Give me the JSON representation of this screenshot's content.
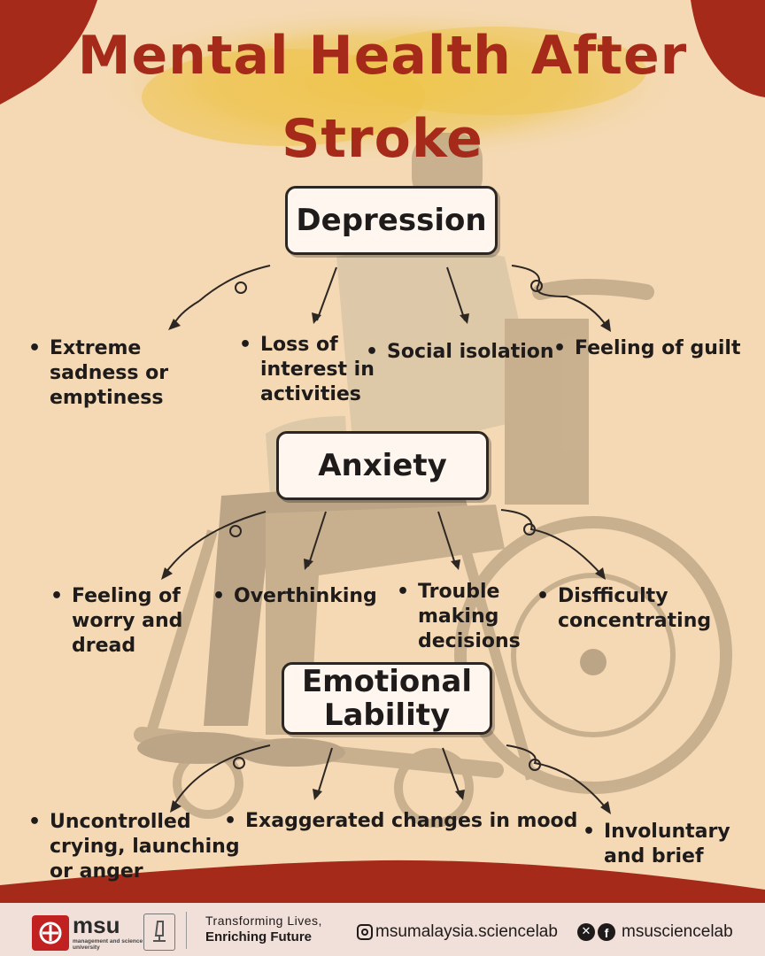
{
  "title": {
    "line1": "Mental Health After",
    "line2": "Stroke"
  },
  "sections": [
    {
      "heading": "Depression",
      "items": [
        "Extreme sadness or emptiness",
        "Loss of interest in activities",
        "Social isolation",
        "Feeling of guilt"
      ]
    },
    {
      "heading": "Anxiety",
      "items": [
        "Feeling of worry and dread",
        "Overthinking",
        "Trouble making decisions",
        "Disfficulty concentrating"
      ]
    },
    {
      "heading": "Emotional Lability",
      "items": [
        "Uncontrolled crying, launching or anger",
        "Exaggerated changes in mood",
        "Involuntary and brief"
      ]
    }
  ],
  "footer": {
    "logo_text": "msu",
    "university_name": "management and science university",
    "tagline_line1": "Transforming Lives,",
    "tagline_line2": "Enriching Future",
    "instagram_handle": "msumalaysia.sciencelab",
    "x_facebook_handle": "msusciencelab"
  },
  "colors": {
    "background": "#f4d9b4",
    "accent_red": "#a52a19",
    "box_fill": "#fff6f0",
    "text_dark": "#1e1b1a",
    "glitter": "#e8c23c"
  },
  "icons": [
    "instagram-icon",
    "x-icon",
    "facebook-icon",
    "msu-logo",
    "microscope-icon"
  ]
}
